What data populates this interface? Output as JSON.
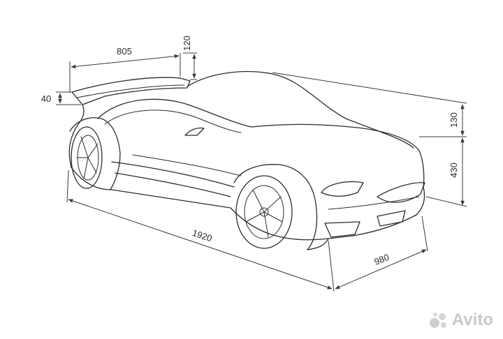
{
  "dimensions": {
    "length": "1920",
    "width": "980",
    "spoiler_length": "805",
    "spoiler_height": "120",
    "spoiler_offset": "40",
    "upper_height": "130",
    "lower_height": "430"
  },
  "watermark": {
    "text": "Avito",
    "icon": "avito-logo-icon"
  }
}
